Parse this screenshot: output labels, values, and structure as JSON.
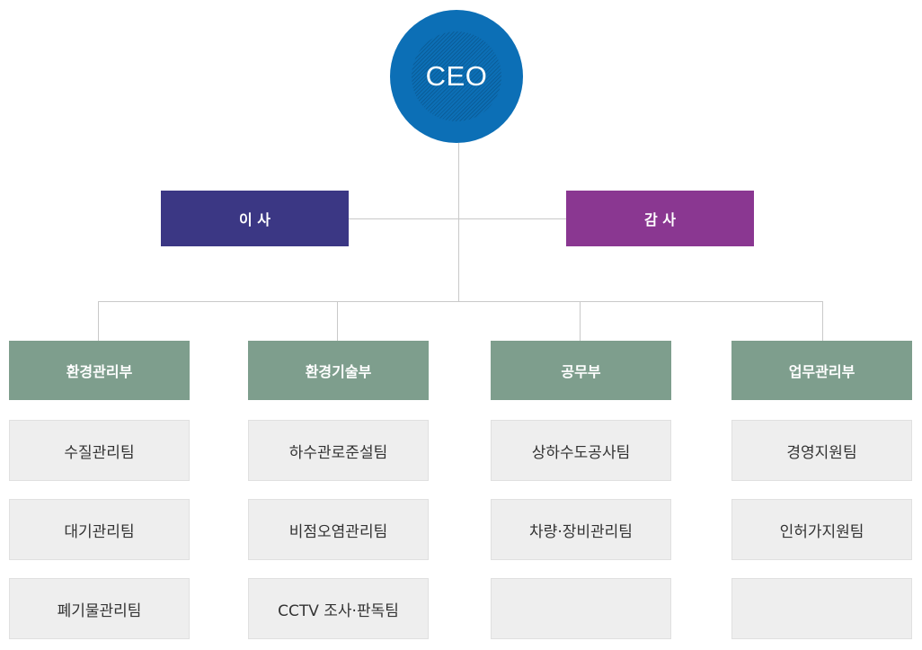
{
  "ceo": {
    "label": "CEO"
  },
  "board": {
    "label": "이 사"
  },
  "auditor": {
    "label": "감 사"
  },
  "departments": [
    {
      "label": "환경관리부",
      "teams": [
        "수질관리팀",
        "대기관리팀",
        "폐기물관리팀"
      ]
    },
    {
      "label": "환경기술부",
      "teams": [
        "하수관로준설팀",
        "비점오염관리팀",
        "CCTV 조사·판독팀"
      ]
    },
    {
      "label": "공무부",
      "teams": [
        "상하수도공사팀",
        "차량·장비관리팀",
        ""
      ]
    },
    {
      "label": "업무관리부",
      "teams": [
        "경영지원팀",
        "인허가지원팀",
        ""
      ]
    }
  ],
  "colors": {
    "ceo": "#0c6fb6",
    "board": "#3b3784",
    "auditor": "#8a3791",
    "department": "#7e9e8d",
    "team": "#eeeeee",
    "connector": "#c9c9c9"
  }
}
